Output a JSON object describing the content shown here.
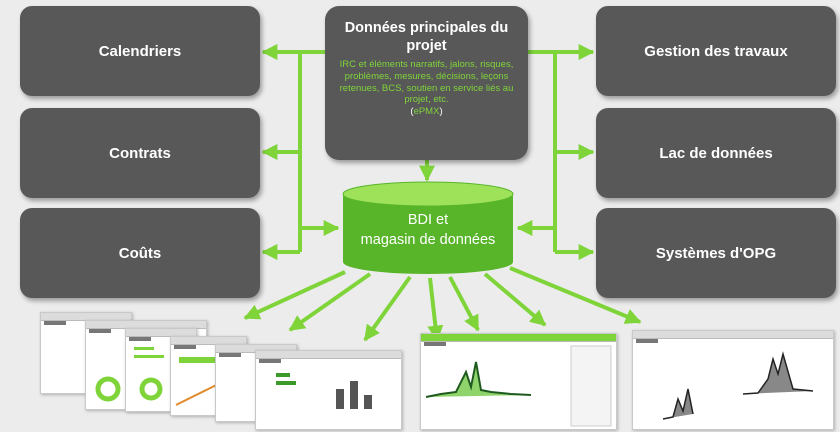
{
  "center": {
    "title": "Données principales du projet",
    "description": "IRC et éléments narratifs, jalons, risques, problèmes, mesures, décisions, leçons retenues, BCS, soutien en service liés au projet, etc.",
    "link_open": "(",
    "link": "ePMX",
    "link_close": ")"
  },
  "left_boxes": [
    "Calendriers",
    "Contrats",
    "Coûts"
  ],
  "right_boxes": [
    "Gestion des travaux",
    "Lac de données",
    "Systèmes d'OPG"
  ],
  "database": {
    "line1": "BDI et",
    "line2": "magasin de données"
  },
  "colors": {
    "box": "#585858",
    "arrow": "#7fd43a",
    "cylinder": "#58b52a",
    "background": "#ececec"
  }
}
